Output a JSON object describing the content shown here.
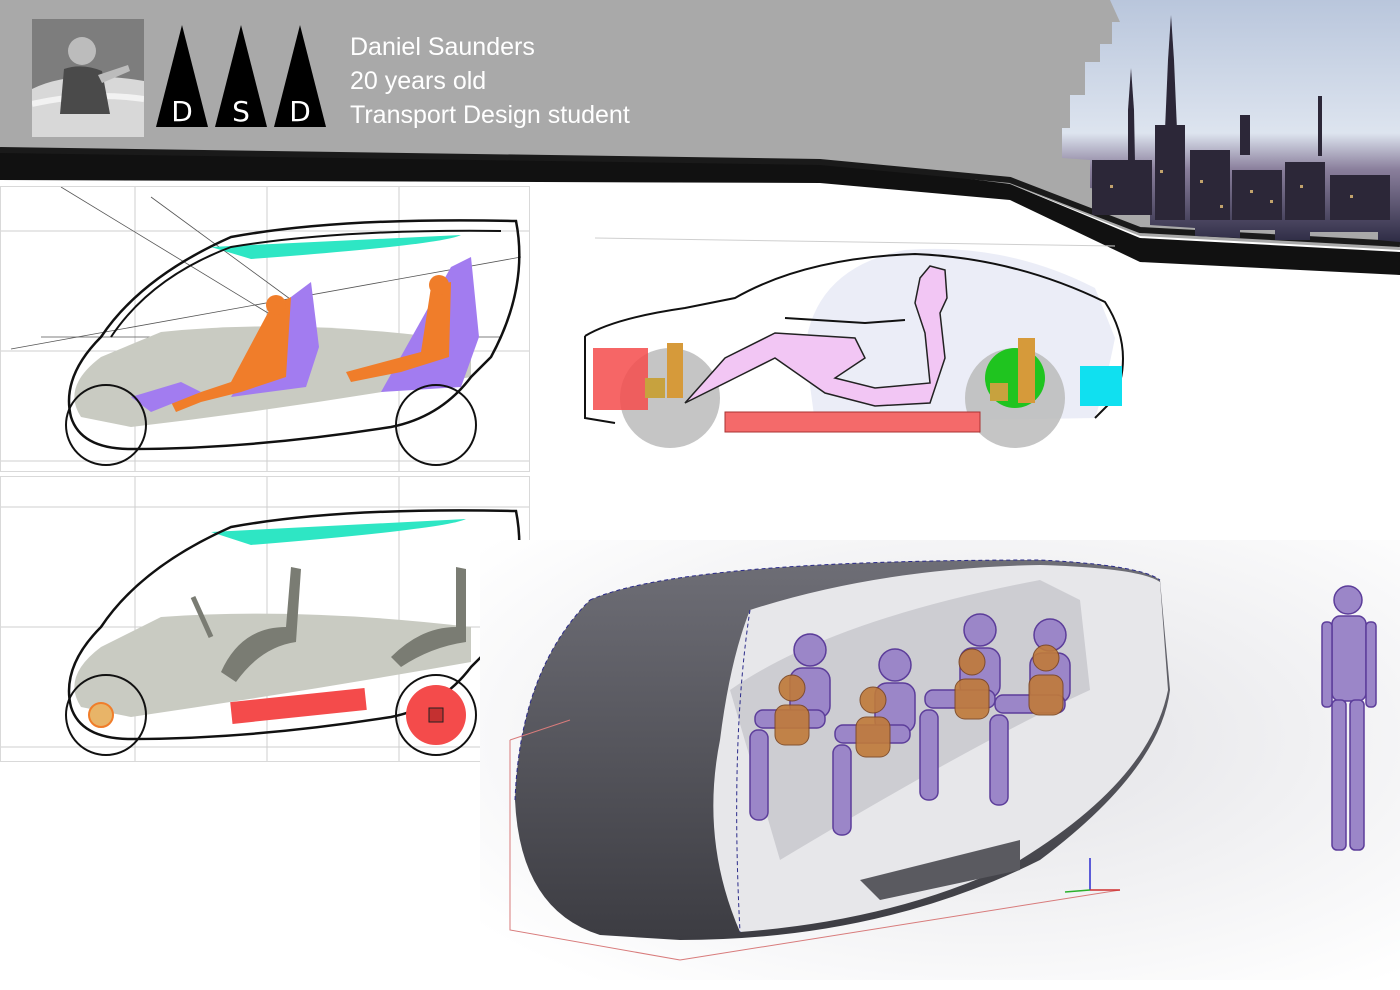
{
  "header": {
    "name": "Daniel Saunders",
    "age": "20 years old",
    "role": "Transport Design student",
    "logo_letters": [
      "D",
      "S",
      "D"
    ]
  },
  "colors": {
    "header_grey": "#a9a9a9",
    "band_black": "#111111",
    "accent_teal": "#2ee6c4",
    "accent_orange": "#f07d2a",
    "accent_purple": "#a27cf0",
    "accent_red": "#f44b4b",
    "accent_pink": "#f2c6f4",
    "accent_green": "#1fc41f",
    "accent_cyan": "#10e0f0",
    "pod_shell": "#6f6f76",
    "mannequin": "#9b86c8"
  },
  "images": {
    "profile_photo": "portrait-photo",
    "city_skyline": "cathedral-skyline-photo",
    "pod_render": "3d-cad-render"
  }
}
